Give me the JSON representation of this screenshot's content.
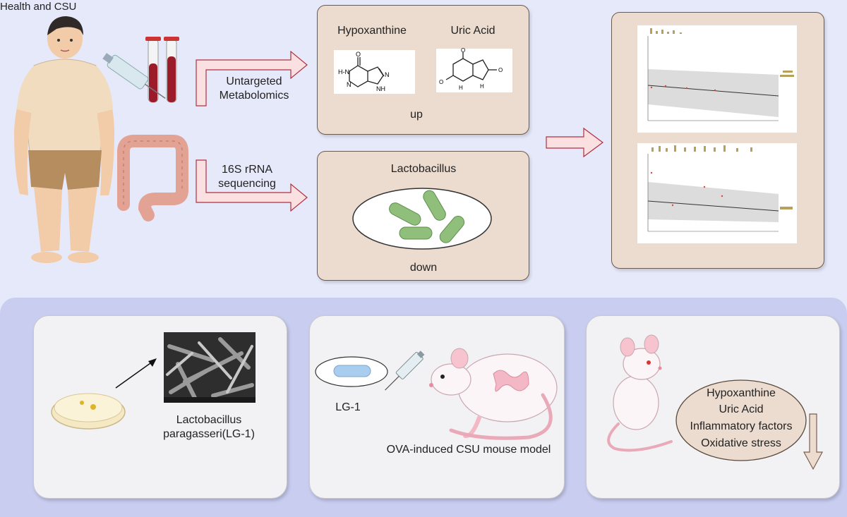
{
  "top": {
    "title": "Health and CSU",
    "metabolomics_label": "Untargeted Metabolomics",
    "sequencing_label": "16S rRNA sequencing",
    "hypoxanthine": "Hypoxanthine",
    "uric_acid": "Uric Acid",
    "up": "up",
    "lactobacillus": "Lactobacillus",
    "down": "down"
  },
  "bottom": {
    "strain_label": "Lactobacillus paragasseri(LG-1)",
    "lg1": "LG-1",
    "model_label": "OVA-induced CSU mouse model",
    "outcomes": [
      "Hypoxanthine",
      "Uric Acid",
      "Inflammatory factors",
      "Oxidative stress"
    ]
  },
  "colors": {
    "background": "#e6e9fa",
    "box_fill": "#ecdcd0",
    "arrow_fill": "#fbe0e2",
    "arrow_stroke": "#b03040",
    "bacteria": "#8fbf7a",
    "panel_band": "#c9cdf0"
  }
}
